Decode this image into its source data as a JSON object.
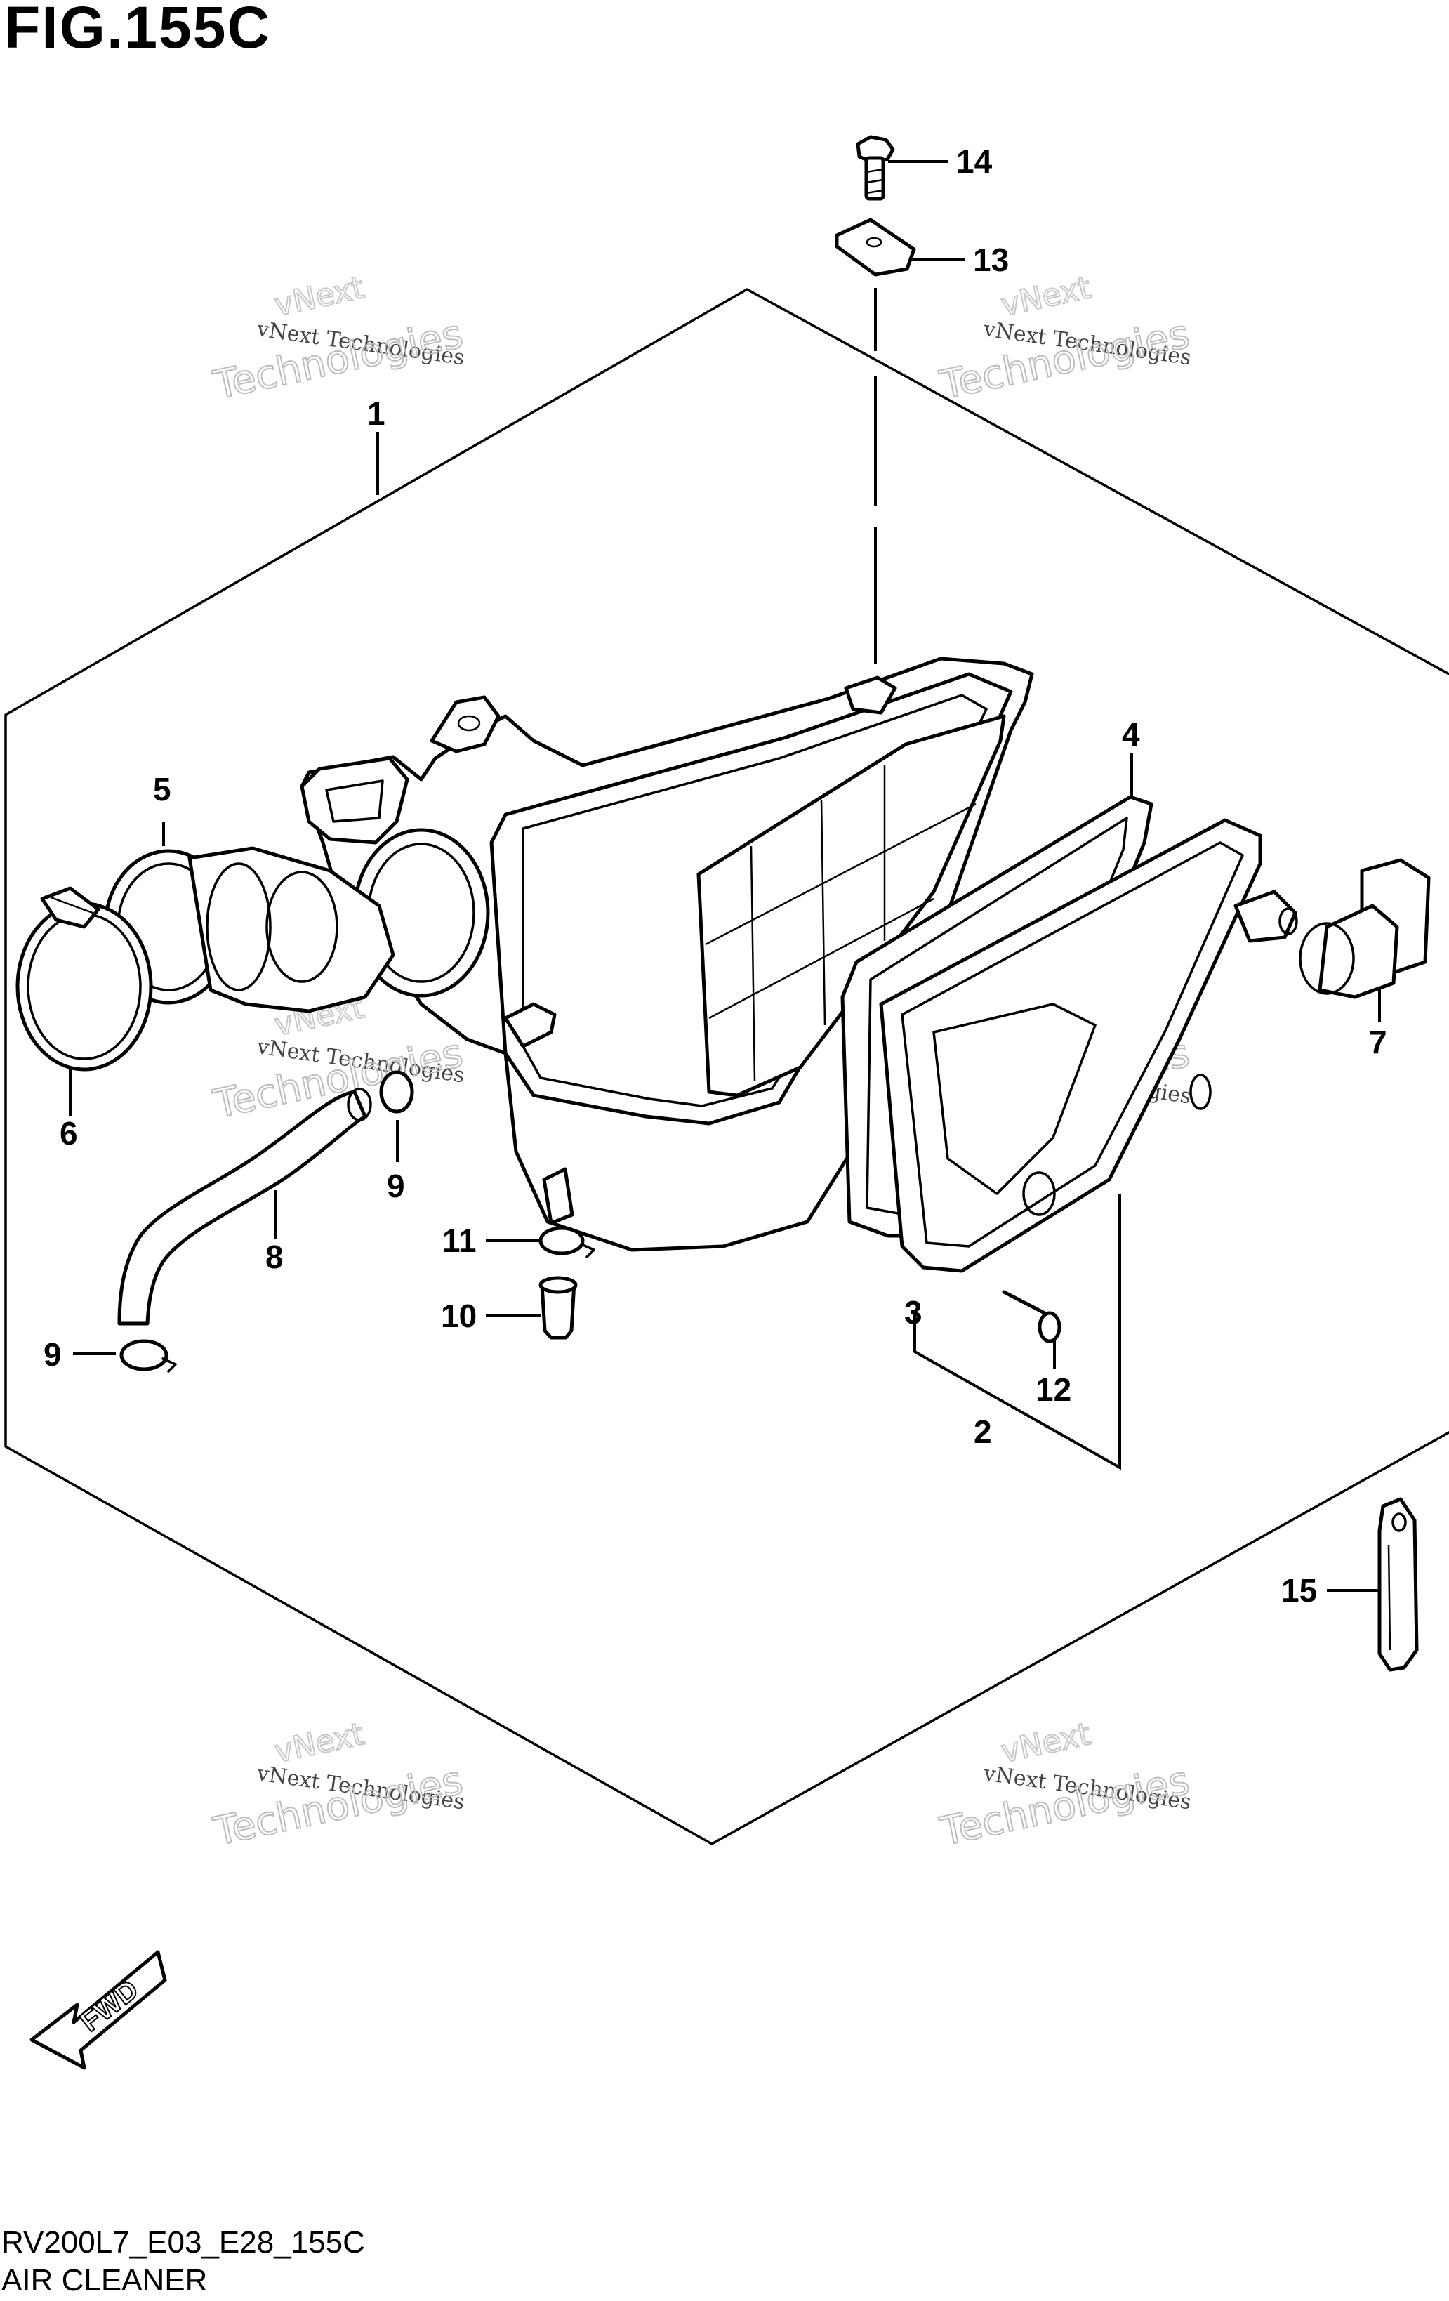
{
  "figure": {
    "title": "FIG.155C",
    "code": "RV200L7_E03_E28_155C",
    "name": "AIR CLEANER"
  },
  "callouts": [
    {
      "id": "c1",
      "label": "1"
    },
    {
      "id": "c2",
      "label": "2"
    },
    {
      "id": "c3",
      "label": "3"
    },
    {
      "id": "c4",
      "label": "4"
    },
    {
      "id": "c5",
      "label": "5"
    },
    {
      "id": "c6",
      "label": "6"
    },
    {
      "id": "c7",
      "label": "7"
    },
    {
      "id": "c8",
      "label": "8"
    },
    {
      "id": "c9a",
      "label": "9"
    },
    {
      "id": "c9b",
      "label": "9"
    },
    {
      "id": "c10",
      "label": "10"
    },
    {
      "id": "c11",
      "label": "11"
    },
    {
      "id": "c12",
      "label": "12"
    },
    {
      "id": "c13",
      "label": "13"
    },
    {
      "id": "c14",
      "label": "14"
    },
    {
      "id": "c15",
      "label": "15"
    }
  ],
  "watermark": {
    "line1": "vNext",
    "line2": "vNext Technologies",
    "line3": "Technologies"
  },
  "fwd_label": "FWD"
}
